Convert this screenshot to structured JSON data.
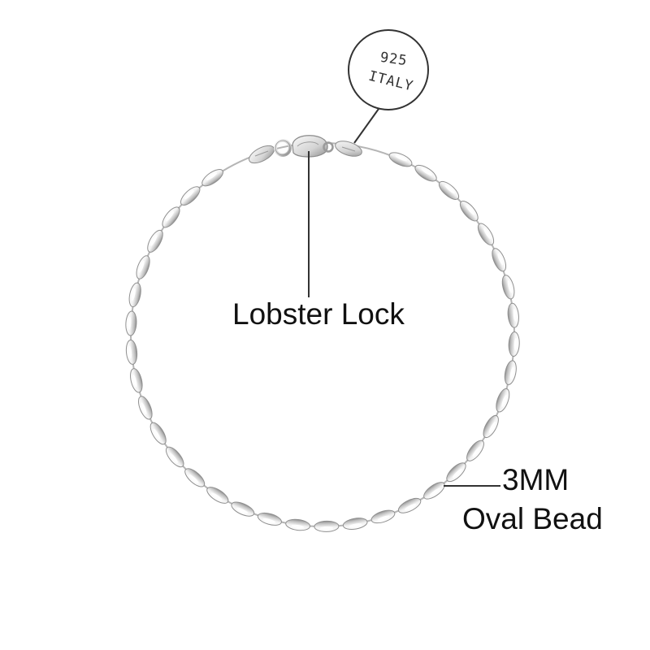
{
  "stamp": {
    "line1": "925",
    "line2": "ITALY"
  },
  "callouts": {
    "lobster_lock": "Lobster Lock",
    "bead_size": "3MM",
    "bead_name": "Oval Bead"
  },
  "colors": {
    "background": "#ffffff",
    "text": "#111111",
    "silver_light": "#f8f8f8",
    "silver_mid": "#c9c9c9",
    "silver_dark": "#8c8c8c",
    "leader_line": "#333333"
  },
  "icons": {
    "clasp": "lobster-clasp-icon",
    "stamp": "hallmark-stamp-icon"
  }
}
